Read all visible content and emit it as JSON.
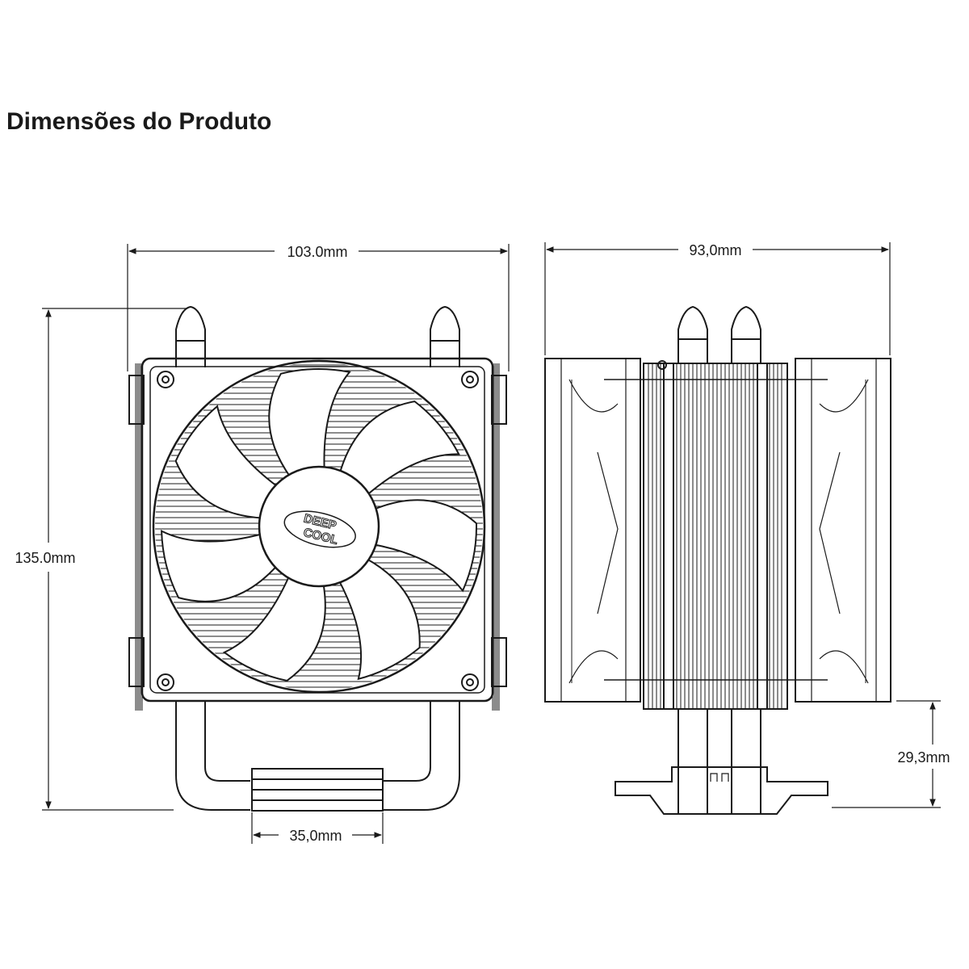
{
  "page": {
    "title": "Dimensões do Produto"
  },
  "dimensions": {
    "front_width": "103.0mm",
    "side_depth": "93,0mm",
    "total_height": "135.0mm",
    "base_width": "35,0mm",
    "base_height": "29,3mm"
  },
  "logo": {
    "line1": "DEEP",
    "line2": "COOL"
  },
  "colors": {
    "line": "#1a1a1a",
    "background": "#ffffff"
  }
}
